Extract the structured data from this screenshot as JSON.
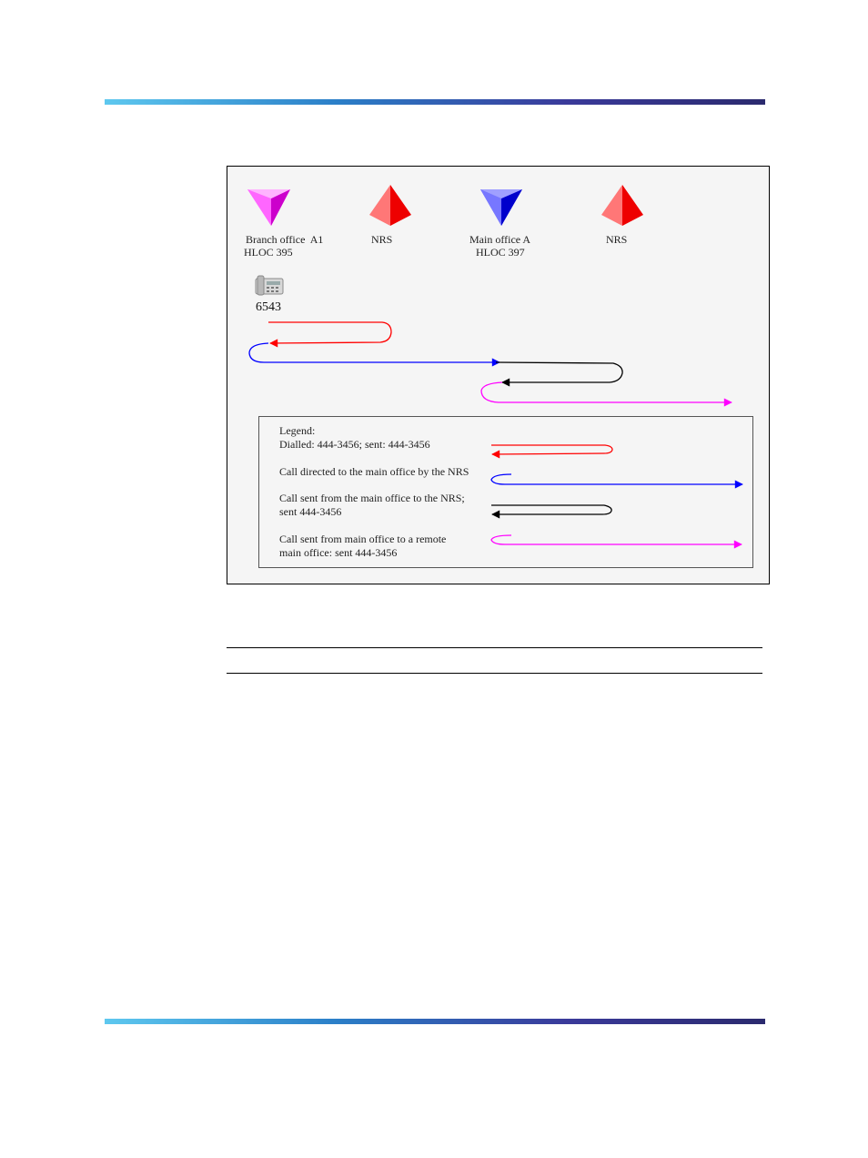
{
  "nodes": {
    "branch_office": {
      "line1": "Branch office  A1",
      "line2": "HLOC 395",
      "color": "#ff66ff"
    },
    "nrs_1": {
      "label": "NRS",
      "color": "#ff2a2a"
    },
    "main_office": {
      "line1": "Main office A",
      "line2": "HLOC 397",
      "color": "#2a2aff"
    },
    "nrs_2": {
      "label": "NRS",
      "color": "#ff2a2a"
    }
  },
  "phone": {
    "number": "6543",
    "icon": "telephone-icon"
  },
  "legend": {
    "title": "Legend:",
    "items": [
      {
        "text": "Dialled: 444-3456; sent: 444-3456",
        "color": "#ff0000"
      },
      {
        "text": "Call directed to the main office by the NRS",
        "color": "#0000ff"
      },
      {
        "text": "Call sent from the main office to the NRS;\nsent 444-3456",
        "color": "#000000"
      },
      {
        "text": "Call sent from main office to a remote\nmain office: sent 444-3456",
        "color": "#ff00ff"
      }
    ]
  }
}
